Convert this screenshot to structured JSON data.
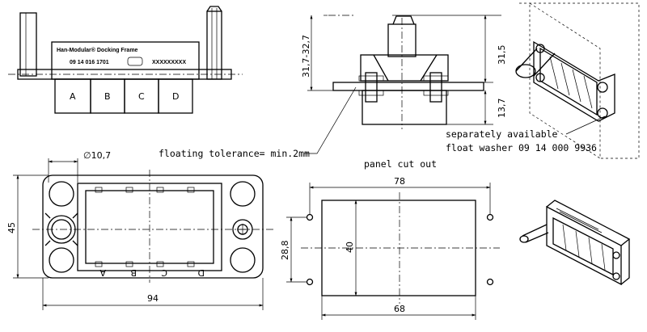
{
  "front_view": {
    "label_line1": "Han-Modular® Docking Frame",
    "label_line2": "09 14 016 1701",
    "label_code": "XXXXXXXXX",
    "slots": [
      "A",
      "B",
      "C",
      "D"
    ]
  },
  "side_view": {
    "dim_total": "31,7-32,7",
    "dim_upper": "31,5",
    "dim_lower": "13,7"
  },
  "notes": {
    "floating": "floating tolerance= min.2mm",
    "washer_line1": "separately available",
    "washer_line2": "float washer 09 14 000 9936"
  },
  "top_view": {
    "dim_diameter": "∅10,7",
    "dim_width": "94",
    "dim_height": "45",
    "slots": [
      "D",
      "C",
      "B",
      "A"
    ]
  },
  "cutout": {
    "title": "panel cut out",
    "dim_outer": "78",
    "dim_inner": "68",
    "dim_height": "40",
    "dim_hole": "28,8"
  }
}
